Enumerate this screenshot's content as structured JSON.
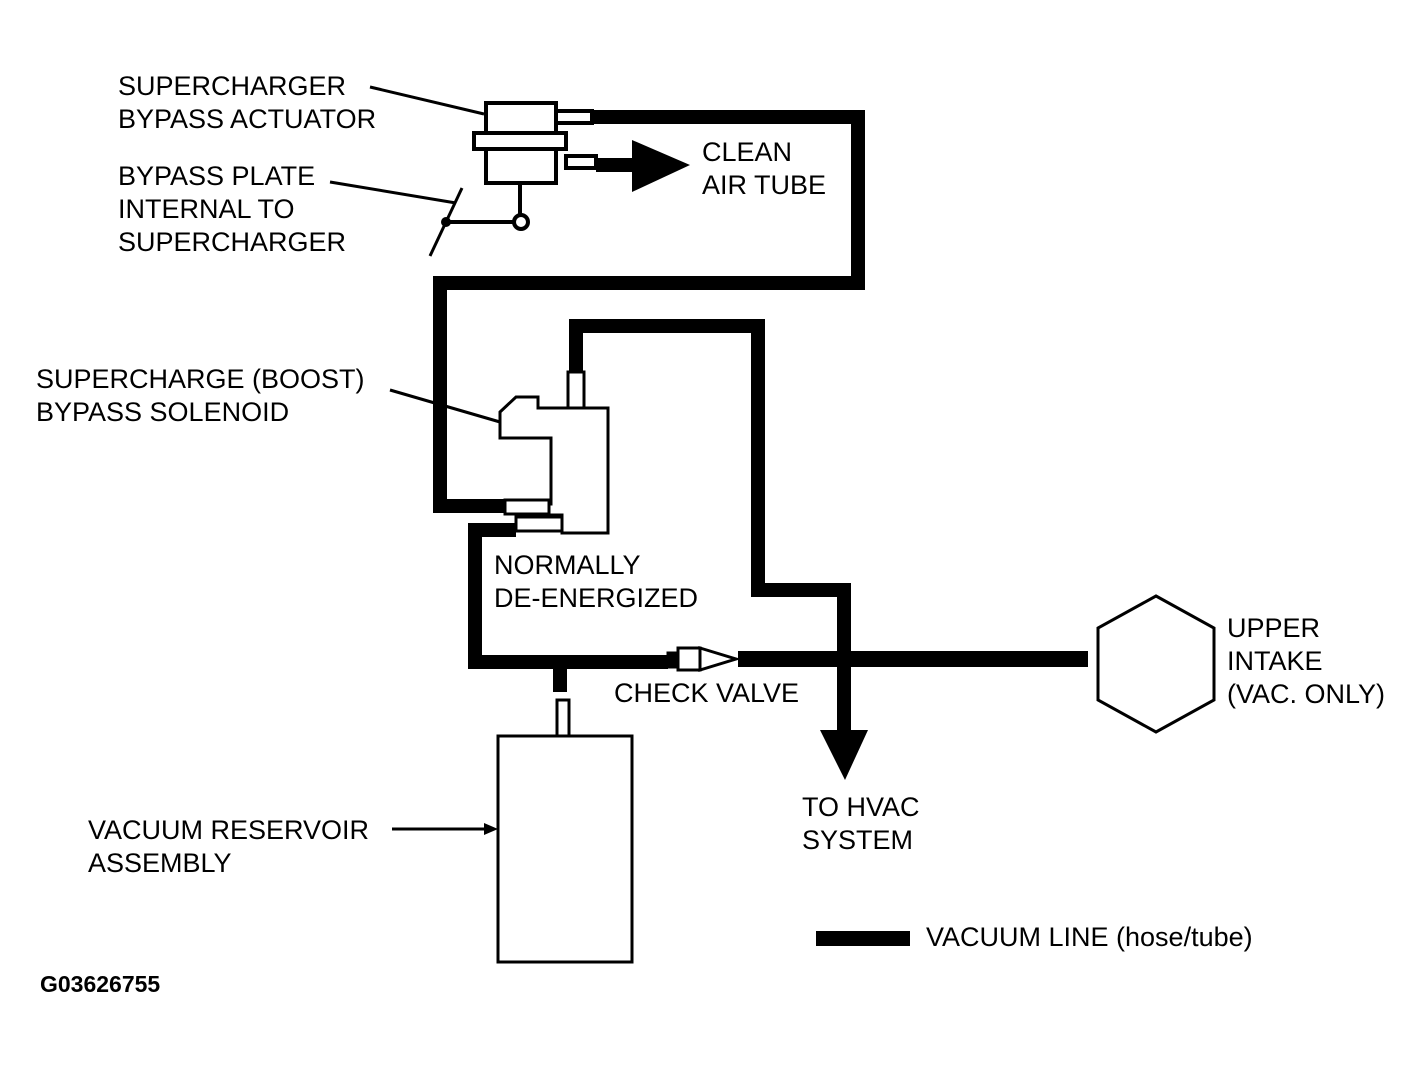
{
  "labels": {
    "bypass_actuator": [
      "SUPERCHARGER",
      "BYPASS ACTUATOR"
    ],
    "bypass_plate": [
      "BYPASS PLATE",
      "INTERNAL TO",
      "SUPERCHARGER"
    ],
    "clean_air": [
      "CLEAN",
      "AIR TUBE"
    ],
    "solenoid": [
      "SUPERCHARGE (BOOST)",
      "BYPASS SOLENOID"
    ],
    "normally": [
      "NORMALLY",
      "DE-ENERGIZED"
    ],
    "check_valve": "CHECK VALVE",
    "upper_intake": [
      "UPPER",
      "INTAKE",
      "(VAC. ONLY)"
    ],
    "hvac": [
      "TO HVAC",
      "SYSTEM"
    ],
    "reservoir": [
      "VACUUM RESERVOIR",
      "ASSEMBLY"
    ],
    "legend": "VACUUM LINE (hose/tube)",
    "figure_code": "G03626755"
  },
  "colors": {
    "line": "#000000",
    "background": "#ffffff"
  }
}
